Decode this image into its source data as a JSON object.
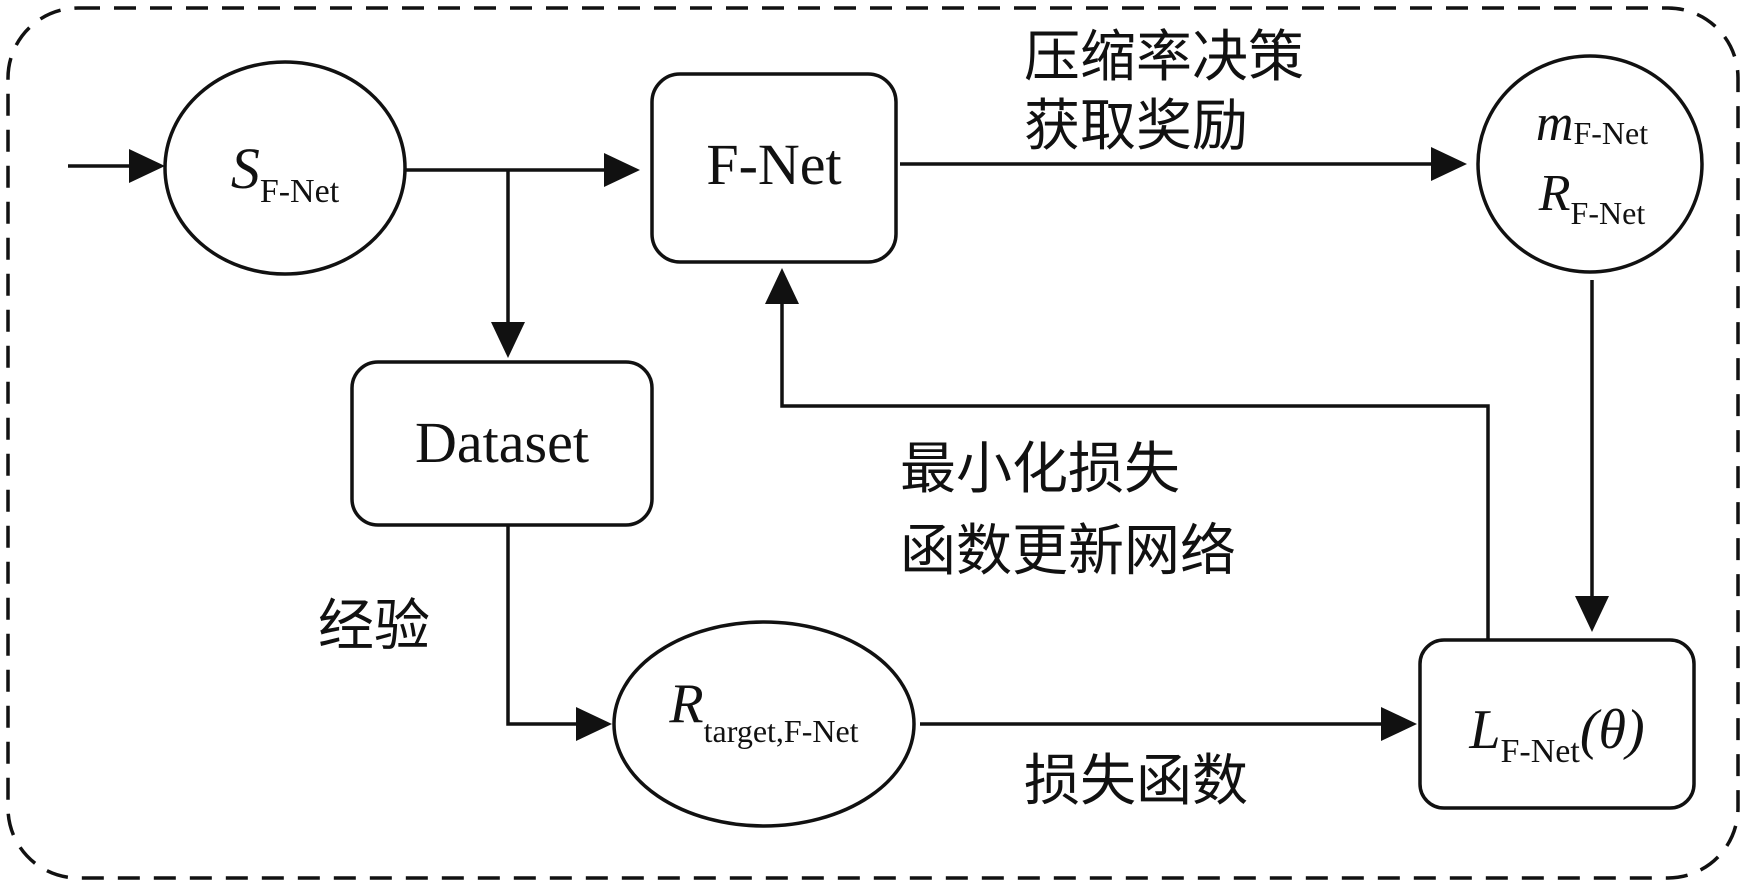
{
  "nodes": {
    "s_fnet": {
      "main": "S",
      "sub": "F-Net"
    },
    "fnet": {
      "label": "F-Net"
    },
    "m_r": {
      "m_main": "m",
      "m_sub": "F-Net",
      "r_main": "R",
      "r_sub": "F-Net"
    },
    "dataset": {
      "label": "Dataset"
    },
    "r_target": {
      "main": "R",
      "sub": "target,F-Net"
    },
    "loss": {
      "main": "L",
      "sub": "F-Net",
      "paren": "(θ)"
    }
  },
  "edge_labels": {
    "policy_line1": "压缩率决策",
    "policy_line2": "获取奖励",
    "update_line1": "最小化损失",
    "update_line2": "函数更新网络",
    "experience": "经验",
    "loss_fn": "损失函数"
  }
}
